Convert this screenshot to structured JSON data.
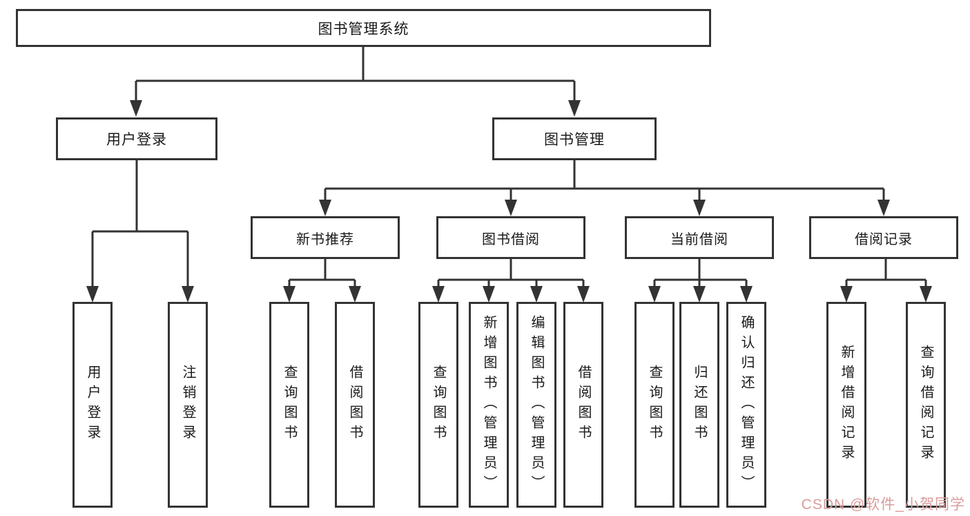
{
  "diagram": {
    "root": {
      "label": "图书管理系统"
    },
    "level1": [
      {
        "label": "用户登录",
        "children": [
          "用户登录",
          "注销登录"
        ]
      },
      {
        "label": "图书管理",
        "children": [
          {
            "label": "新书推荐",
            "children": [
              "查询图书",
              "借阅图书"
            ]
          },
          {
            "label": "图书借阅",
            "children": [
              "查询图书",
              "新增图书（管理员）",
              "编辑图书（管理员）",
              "借阅图书"
            ]
          },
          {
            "label": "当前借阅",
            "children": [
              "查询图书",
              "归还图书",
              "确认归还（管理员）"
            ]
          },
          {
            "label": "借阅记录",
            "children": [
              "新增借阅记录",
              "查询借阅记录"
            ]
          }
        ]
      }
    ]
  },
  "watermark": {
    "text": "CSDN @软件_小贺同学"
  },
  "colors": {
    "line": "#333333",
    "text": "#1a1a1a",
    "watermark": "#d99c9c",
    "background": "#ffffff"
  }
}
